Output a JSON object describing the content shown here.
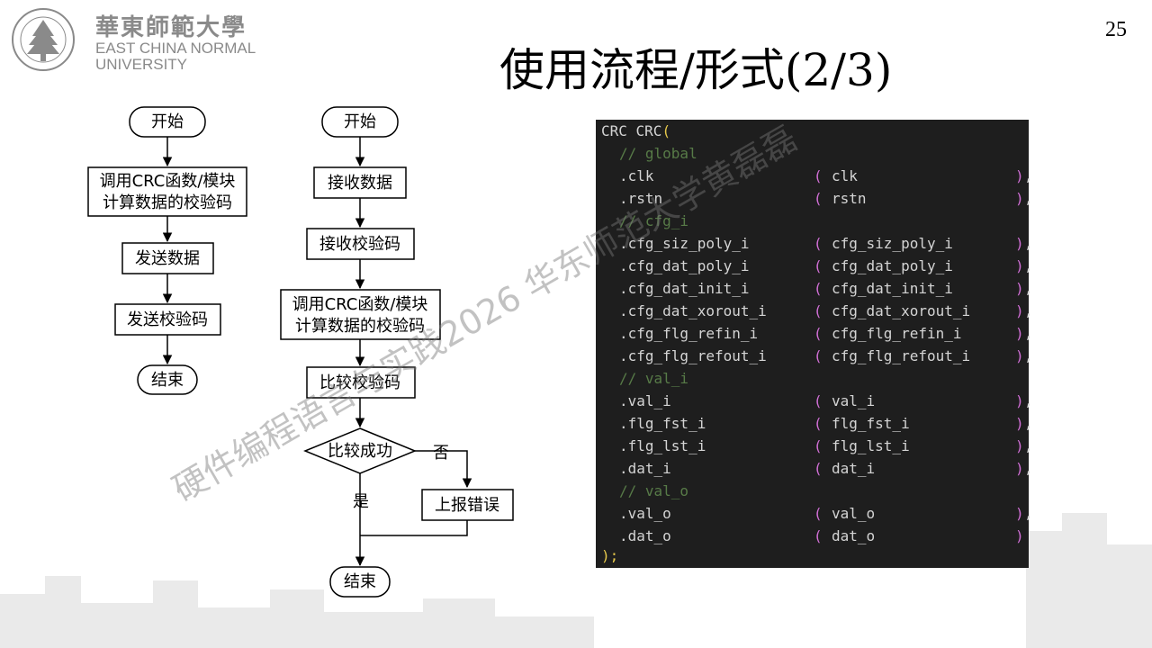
{
  "header": {
    "logo_cn": "華東師範大學",
    "logo_en_line1": "EAST CHINA NORMAL",
    "logo_en_line2": "UNIVERSITY",
    "page_number": "25",
    "title": "使用流程/形式(2/3)"
  },
  "flowchart_left": {
    "start": "开始",
    "step1_line1": "调用CRC函数/模块",
    "step1_line2": "计算数据的校验码",
    "step2": "发送数据",
    "step3": "发送校验码",
    "end": "结束"
  },
  "flowchart_right": {
    "start": "开始",
    "step1": "接收数据",
    "step2": "接收校验码",
    "step3_line1": "调用CRC函数/模块",
    "step3_line2": "计算数据的校验码",
    "step4": "比较校验码",
    "decision": "比较成功",
    "no_label": "否",
    "yes_label": "是",
    "error": "上报错误",
    "end": "结束"
  },
  "code": {
    "header_a": "CRC CRC",
    "header_b": "(",
    "lines": [
      {
        "kind": "comment",
        "text": "// global"
      },
      {
        "kind": "port",
        "port": ".clk",
        "signal": "clk",
        "close": ")",
        "sep": ","
      },
      {
        "kind": "port",
        "port": ".rstn",
        "signal": "rstn",
        "close": ")",
        "sep": ","
      },
      {
        "kind": "comment",
        "text": "// cfg_i"
      },
      {
        "kind": "port",
        "port": ".cfg_siz_poly_i",
        "signal": "cfg_siz_poly_i",
        "close": ")",
        "sep": ","
      },
      {
        "kind": "port",
        "port": ".cfg_dat_poly_i",
        "signal": "cfg_dat_poly_i",
        "close": ")",
        "sep": ","
      },
      {
        "kind": "port",
        "port": ".cfg_dat_init_i",
        "signal": "cfg_dat_init_i",
        "close": ")",
        "sep": ","
      },
      {
        "kind": "port",
        "port": ".cfg_dat_xorout_i",
        "signal": "cfg_dat_xorout_i",
        "close": ")",
        "sep": ","
      },
      {
        "kind": "port",
        "port": ".cfg_flg_refin_i",
        "signal": "cfg_flg_refin_i",
        "close": ")",
        "sep": ","
      },
      {
        "kind": "port",
        "port": ".cfg_flg_refout_i",
        "signal": "cfg_flg_refout_i",
        "close": ")",
        "sep": ","
      },
      {
        "kind": "comment",
        "text": "// val_i"
      },
      {
        "kind": "port",
        "port": ".val_i",
        "signal": "val_i",
        "close": ")",
        "sep": ","
      },
      {
        "kind": "port",
        "port": ".flg_fst_i",
        "signal": "flg_fst_i",
        "close": ")",
        "sep": ","
      },
      {
        "kind": "port",
        "port": ".flg_lst_i",
        "signal": "flg_lst_i",
        "close": ")",
        "sep": ","
      },
      {
        "kind": "port",
        "port": ".dat_i",
        "signal": "dat_i",
        "close": ")",
        "sep": ","
      },
      {
        "kind": "comment",
        "text": "// val_o"
      },
      {
        "kind": "port",
        "port": ".val_o",
        "signal": "val_o",
        "close": ")",
        "sep": ","
      },
      {
        "kind": "port",
        "port": ".dat_o",
        "signal": "dat_o",
        "close": ")",
        "sep": ""
      }
    ],
    "footer": ");"
  },
  "watermark": {
    "line1": "硬件编程语言与实践2026 华东师范大学黄磊磊"
  },
  "colors": {
    "code_bg": "#1e1e1e",
    "code_text": "#d4d4d4",
    "comment": "#6a9955",
    "paren_outer": "#e6c84b",
    "paren_inner": "#d16fd6"
  }
}
